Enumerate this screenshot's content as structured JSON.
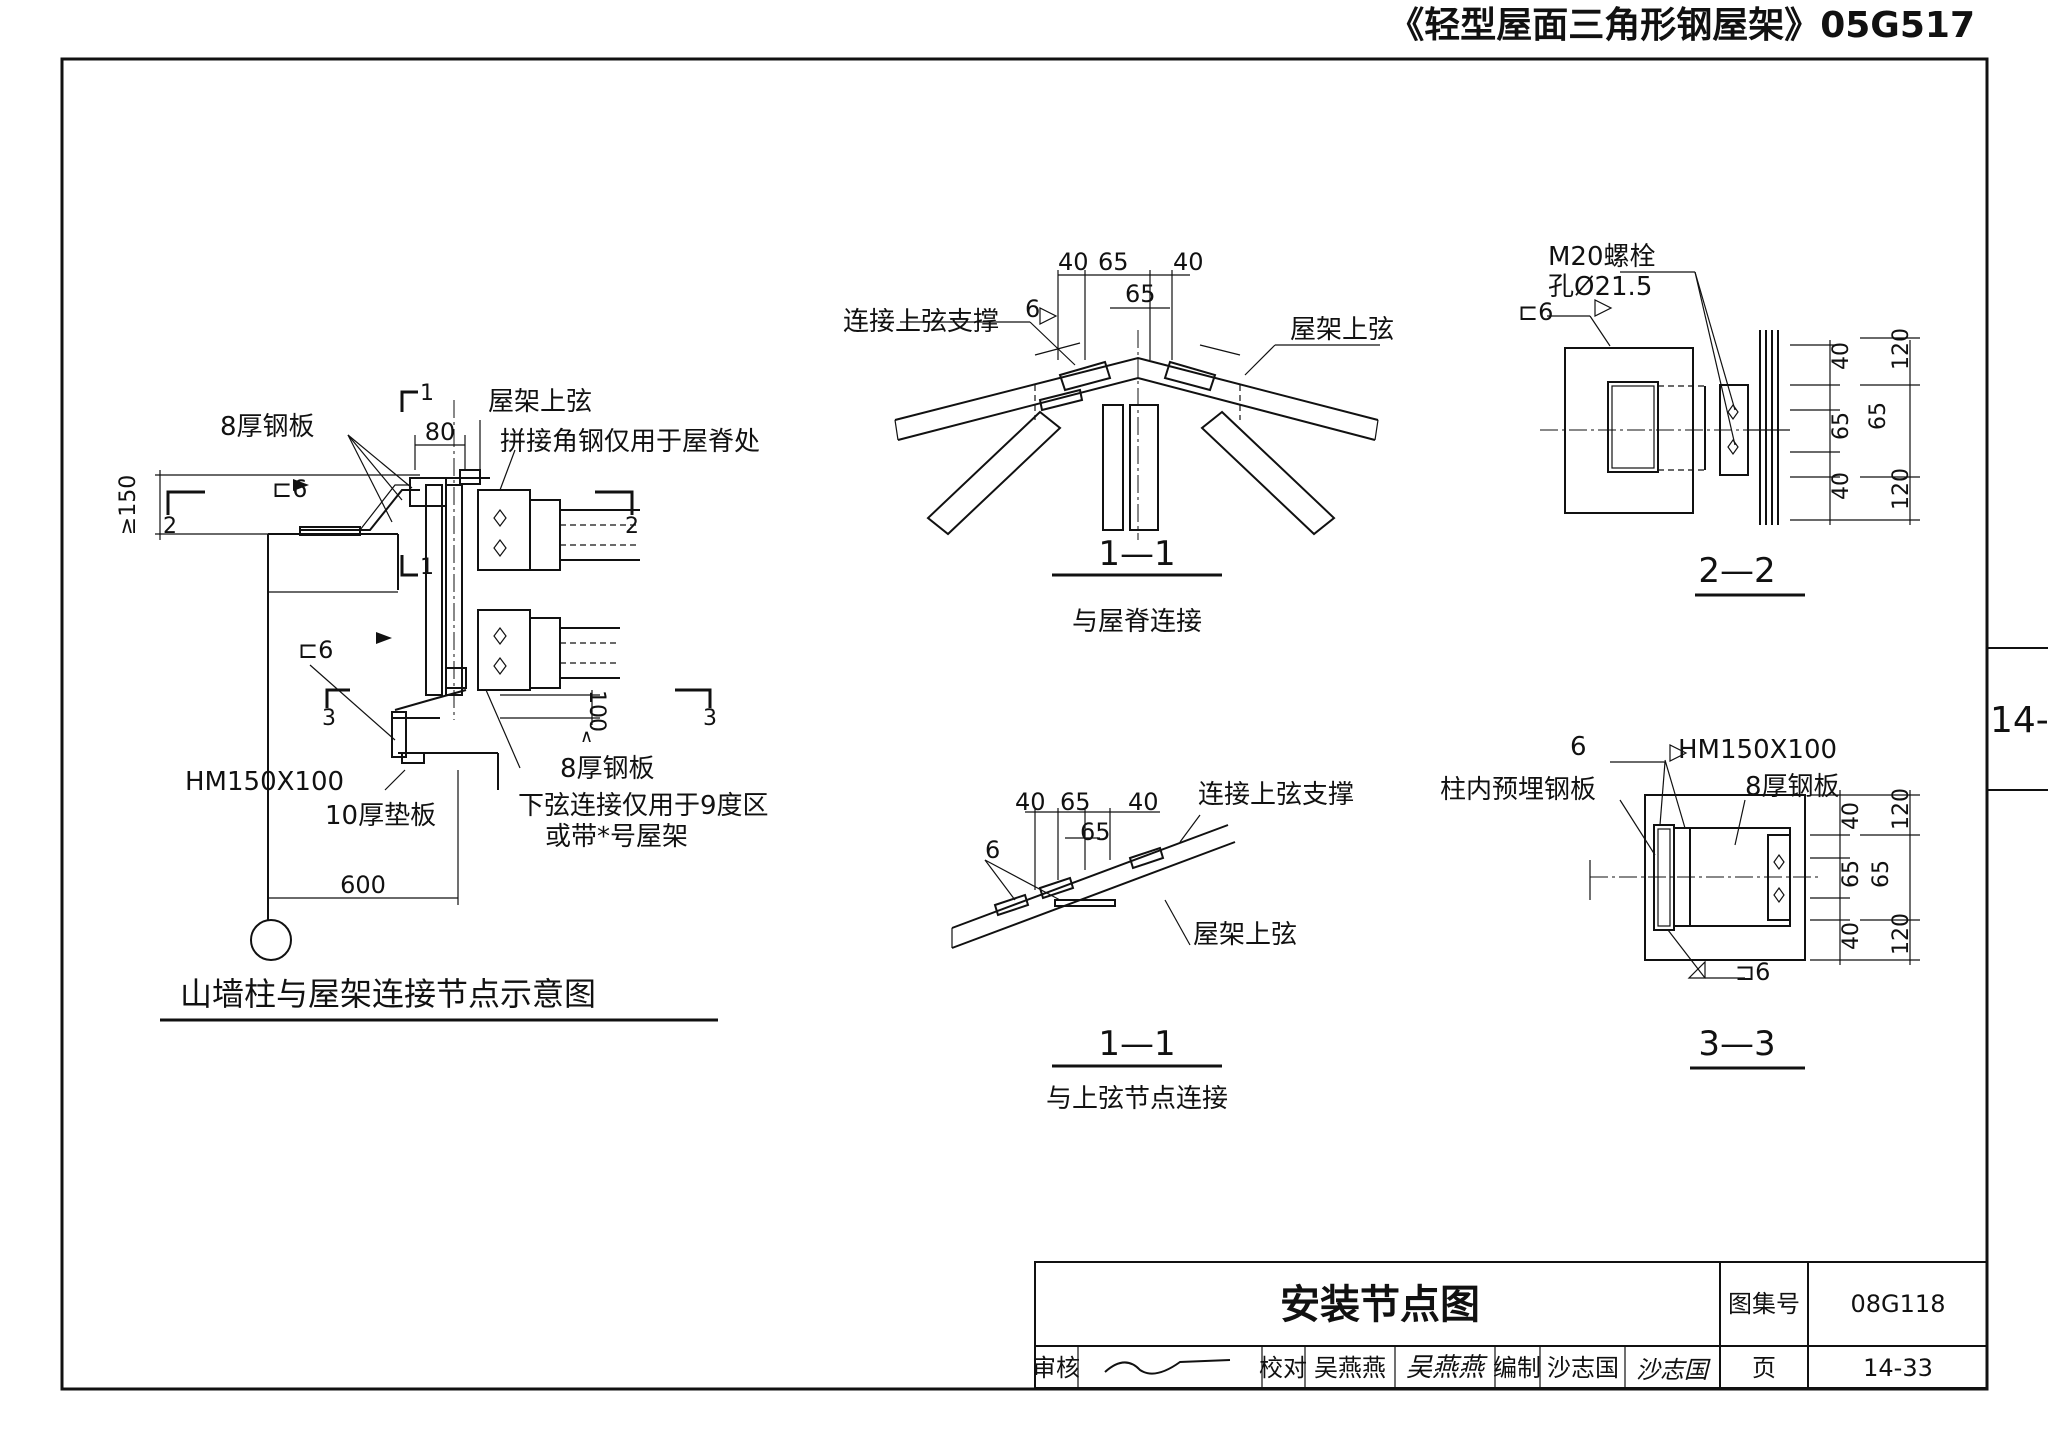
{
  "header": {
    "title": "《轻型屋面三角形钢屋架》05G517"
  },
  "side_tab": "14-",
  "main_detail": {
    "title": "山墙柱与屋架连接节点示意图",
    "labels": {
      "upper_chord": "屋架上弦",
      "splice_note": "拼接角钢仅用于屋脊处",
      "plate8_top": "8厚钢板",
      "plate8_bottom": "8厚钢板",
      "dim_80": "80",
      "dim_150": "≥150",
      "weld_top": "⊏6",
      "weld_bottom": "⊏6",
      "section_hm": "HM150X100",
      "pad": "10厚垫板",
      "lower_note_1": "下弦连接仅用于9度区",
      "lower_note_2": "或带*号屋架",
      "dim_100": "100",
      "dim_ge": "∧",
      "dim_600": "600",
      "cut1_top": "1",
      "cut1_bottom": "1",
      "cut2_left": "2",
      "cut2_right": "2",
      "cut3_left": "3",
      "cut3_right": "3"
    }
  },
  "section_1_ridge": {
    "title": "1—1",
    "subtitle": "与屋脊连接",
    "brace": "连接上弦支撑",
    "chord": "屋架上弦",
    "dims": [
      "40",
      "65",
      "40"
    ],
    "dim_inner": "65",
    "weld": "6"
  },
  "section_1_chord": {
    "title": "1—1",
    "subtitle": "与上弦节点连接",
    "brace": "连接上弦支撑",
    "chord": "屋架上弦",
    "dims": [
      "40",
      "65",
      "40"
    ],
    "dim_inner": "65",
    "weld": "6"
  },
  "section_2": {
    "title": "2—2",
    "bolt": "M20螺栓",
    "hole": "孔Ø21.5",
    "weld": "⊏6",
    "dims_inner": [
      "40",
      "65",
      "40"
    ],
    "dims_outer": [
      "120",
      "65",
      "120"
    ]
  },
  "section_3": {
    "title": "3—3",
    "weld_top": "6",
    "section_hm": "HM150X100",
    "embed": "柱内预埋钢板",
    "plate": "8厚钢板",
    "weld_bottom": "⊐6",
    "dims_inner": [
      "40",
      "65",
      "40"
    ],
    "dims_outer": [
      "120",
      "65",
      "120"
    ]
  },
  "title_block": {
    "drawing_title": "安装节点图",
    "atlas_label": "图集号",
    "atlas_value": "08G118",
    "check_label": "审核",
    "check_sign": "",
    "proof_label": "校对",
    "proof_name": "吴燕燕",
    "proof_sign": "吴燕燕",
    "edit_label": "编制",
    "edit_name": "沙志国",
    "edit_sign": "沙志国",
    "page_label": "页",
    "page_value": "14-33"
  }
}
